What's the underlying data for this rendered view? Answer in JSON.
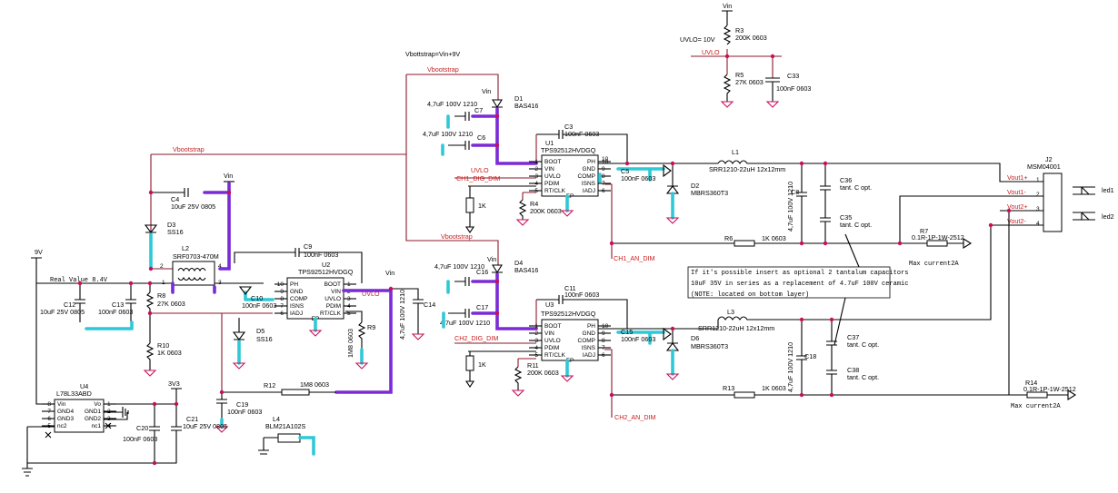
{
  "labels": {
    "vbootstrap_eq": "Vbottstrap=Vin+9V",
    "vbootstrap": "Vbootstrap",
    "uvlo_eq": "UVLO= 10V",
    "uvlo": "UVLO",
    "vin": "Vin",
    "v9": "9V",
    "v3v3": "3V3",
    "real_value": "Real Value 8.4V",
    "ch1_dig": "CH1_DIG_DIM",
    "ch2_dig": "CH2_DIG_DIM",
    "ch1_an": "CH1_AN_DIM",
    "ch2_an": "CH2_AN_DIM",
    "vout1p": "Vout1+",
    "vout1n": "Vout1-",
    "vout2p": "Vout2+",
    "vout2n": "Vout2-",
    "max_current1": "Max current2A",
    "max_current2": "Max current2A",
    "led1": "led1",
    "led2": "led2",
    "note1": "If it's possible insert as optional 2 tantalum capacitors",
    "note2": "10uF 35V in series as a replacement of 4.7uF 100V ceramic",
    "note3": "(NOTE: located on bottom layer)"
  },
  "u1": {
    "ref": "U1",
    "part": "TPS92512HVDGQ",
    "left_pins": [
      "BOOT",
      "VIN",
      "UVLO",
      "PDIM",
      "RT/CLK"
    ],
    "left_nums": [
      "1",
      "2",
      "3",
      "4",
      "5"
    ],
    "right_pins": [
      "PH",
      "GND",
      "COMP",
      "ISNS",
      "IADJ"
    ],
    "right_nums": [
      "10",
      "9",
      "8",
      "7",
      "6"
    ],
    "ep": "EP"
  },
  "u2": {
    "ref": "U2",
    "part": "TPS92512HVDGQ",
    "left_pins": [
      "PH",
      "GND",
      "COMP",
      "ISNS",
      "IADJ"
    ],
    "left_nums": [
      "10",
      "9",
      "8",
      "7",
      "6"
    ],
    "right_pins": [
      "BOOT",
      "VIN",
      "UVLO",
      "PDIM",
      "RT/CLK"
    ],
    "right_nums": [
      "1",
      "2",
      "3",
      "4",
      "5"
    ],
    "ep": "EP"
  },
  "u3": {
    "ref": "U3",
    "part": "TPS92512HVDGQ",
    "left_pins": [
      "BOOT",
      "VIN",
      "UVLO",
      "PDIM",
      "RT/CLK"
    ],
    "left_nums": [
      "1",
      "2",
      "3",
      "4",
      "5"
    ],
    "right_pins": [
      "PH",
      "GND",
      "COMP",
      "ISNS",
      "IADJ"
    ],
    "right_nums": [
      "10",
      "9",
      "8",
      "7",
      "6"
    ],
    "ep": "EP"
  },
  "u4": {
    "ref": "U4",
    "part": "L78L33ABD",
    "left_pins": [
      "Vin",
      "GND4",
      "GND3",
      "nc2"
    ],
    "left_nums": [
      "8",
      "7",
      "6",
      "5"
    ],
    "right_pins": [
      "Vo",
      "GND1",
      "GND2",
      "nc1"
    ],
    "right_nums": [
      "1",
      "2",
      "3",
      "4"
    ]
  },
  "j2": {
    "ref": "J2",
    "part": "MSM04001",
    "pins": [
      "1",
      "2",
      "3",
      "4"
    ]
  },
  "parts": {
    "d1": {
      "ref": "D1",
      "val": "BAS416"
    },
    "d2": {
      "ref": "D2",
      "val": "MBRS360T3"
    },
    "d3": {
      "ref": "D3",
      "val": "SS16"
    },
    "d4": {
      "ref": "D4",
      "val": "BAS416"
    },
    "d5": {
      "ref": "D5",
      "val": "SS16"
    },
    "d6": {
      "ref": "D6",
      "val": "MBRS360T3"
    },
    "l1": {
      "ref": "L1",
      "val": "SRR1210-22uH 12x12mm"
    },
    "l2": {
      "ref": "L2",
      "val": "SRF0703-470M"
    },
    "l3": {
      "ref": "L3",
      "val": "SRR1210-22uH 12x12mm"
    },
    "l4": {
      "ref": "L4",
      "val": "BLM21A102S"
    },
    "r1": {
      "ref": "1K"
    },
    "r2": {
      "ref": "1K"
    },
    "r3": {
      "ref": "R3",
      "val": "200K 0603"
    },
    "r4": {
      "ref": "R4",
      "val": "200K 0603"
    },
    "r5": {
      "ref": "R5",
      "val": "27K 0603"
    },
    "r6": {
      "ref": "R6",
      "val": "1K 0603"
    },
    "r7": {
      "ref": "R7",
      "val": "0.1R-1P-1W-2512"
    },
    "r8": {
      "ref": "R8",
      "val": "27K 0603"
    },
    "r9": {
      "ref": "R9",
      "val": "1M8 0603"
    },
    "r10": {
      "ref": "R10",
      "val": "1K 0603"
    },
    "r11": {
      "ref": "R11",
      "val": "200K 0603"
    },
    "r12": {
      "ref": "R12",
      "val": "1M8 0603"
    },
    "r13": {
      "ref": "R13",
      "val": "1K 0603"
    },
    "r14": {
      "ref": "R14",
      "val": "0.1R-1P-1W-2512"
    },
    "c3": {
      "ref": "C3",
      "val": "100nF 0603"
    },
    "c4": {
      "ref": "C4",
      "val": "10uF 25V 0805"
    },
    "c5": {
      "ref": "C5",
      "val": "100nF 0603"
    },
    "c6": {
      "ref": "C6",
      "val": "4,7uF 100V 1210"
    },
    "c7": {
      "ref": "C7",
      "val": "4,7uF 100V 1210"
    },
    "c8": {
      "ref": "C8",
      "val": "4,7uF 100V 1210"
    },
    "c9": {
      "ref": "C9",
      "val": "100nF 0603"
    },
    "c10": {
      "ref": "C10",
      "val": "100nF 0603"
    },
    "c11": {
      "ref": "C11",
      "val": "100nF 0603"
    },
    "c12": {
      "ref": "C12",
      "val": "10uF 25V 0805"
    },
    "c13": {
      "ref": "C13",
      "val": "100nF 0603"
    },
    "c14": {
      "ref": "C14",
      "val": "4,7uF 100V 1210"
    },
    "c15": {
      "ref": "C15",
      "val": "100nF 0603"
    },
    "c16": {
      "ref": "C16",
      "val": "4,7uF 100V 1210"
    },
    "c17": {
      "ref": "C17",
      "val": "4,7uF 100V 1210"
    },
    "c18": {
      "ref": "C18",
      "val": "4,7uF 100V 1210"
    },
    "c19": {
      "ref": "C19",
      "val": "100nF 0603"
    },
    "c20": {
      "ref": "C20",
      "val": "100nF 0603"
    },
    "c21": {
      "ref": "C21",
      "val": "10uF 25V 0805"
    },
    "c33": {
      "ref": "C33",
      "val": "100nF 0603"
    },
    "c35": {
      "ref": "C35",
      "val": "tant. C opt."
    },
    "c36": {
      "ref": "C36",
      "val": "tant. C opt."
    },
    "c37": {
      "ref": "C37",
      "val": "tant. C opt."
    },
    "c38": {
      "ref": "C38",
      "val": "tant. C opt."
    }
  }
}
